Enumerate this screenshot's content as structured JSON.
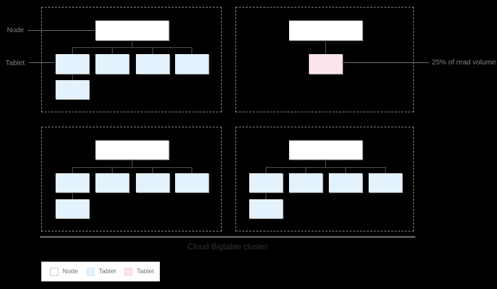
{
  "labels": {
    "node_pointer": "Node",
    "tablet_pointer": "Tablet",
    "hot_tablet_note": "25% of read volume",
    "cluster_title": "Cloud Bigtable cluster"
  },
  "legend": {
    "items": [
      {
        "label": "Node",
        "swatch": "node"
      },
      {
        "label": "Tablet",
        "swatch": "tablet"
      },
      {
        "label": "Tablet",
        "swatch": "hot-tablet"
      }
    ]
  },
  "diagram": {
    "cluster": "Cloud Bigtable cluster",
    "nodes": [
      {
        "id": 1,
        "tablets": 5,
        "hot_tablets": 0
      },
      {
        "id": 2,
        "tablets": 1,
        "hot_tablets": 1,
        "note": "25% of read volume"
      },
      {
        "id": 3,
        "tablets": 5,
        "hot_tablets": 0
      },
      {
        "id": 4,
        "tablets": 5,
        "hot_tablets": 0
      }
    ]
  },
  "colors": {
    "background": "#000000",
    "panel_border": "#87898c",
    "node_fill": "#ffffff",
    "node_border": "#dadde0",
    "tablet_fill": "#e3f2fd",
    "tablet_border": "#e9edef",
    "hot_tablet_fill": "#fce4ec",
    "hot_tablet_border": "#f0dde3",
    "tree_line": "#4e5256",
    "pointer_line": "#6f7376",
    "label_text": "#7f8387",
    "title_text": "#2e3236",
    "divider": "#76787a",
    "legend_bg": "#ffffff",
    "legend_border": "#d9d9d9",
    "legend_text": "#757575"
  }
}
